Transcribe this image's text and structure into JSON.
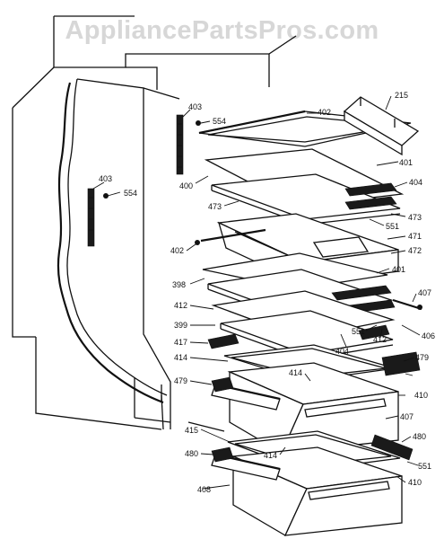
{
  "watermark": "AppliancePartsPros.com",
  "labels": {
    "l215": "215",
    "l402a": "402",
    "l403a": "403",
    "l554a": "554",
    "l401a": "401",
    "l400": "400",
    "l404a": "404",
    "l473a": "473",
    "l473b": "473",
    "l403b": "403",
    "l554b": "554",
    "l551a": "551",
    "l471": "471",
    "l402b": "402",
    "l472": "472",
    "l401b": "401",
    "l398": "398",
    "l407a": "407",
    "l412a": "412",
    "l399": "399",
    "l551b": "551",
    "l412b": "412",
    "l406": "406",
    "l417": "417",
    "l404b": "404",
    "l414a": "414",
    "l479a": "479",
    "l414b": "414",
    "l479b": "479",
    "l410a": "410",
    "l407b": "407",
    "l415": "415",
    "l480a": "480",
    "l480b": "480",
    "l414c": "414",
    "l551c": "551",
    "l408": "408",
    "l410b": "410"
  }
}
